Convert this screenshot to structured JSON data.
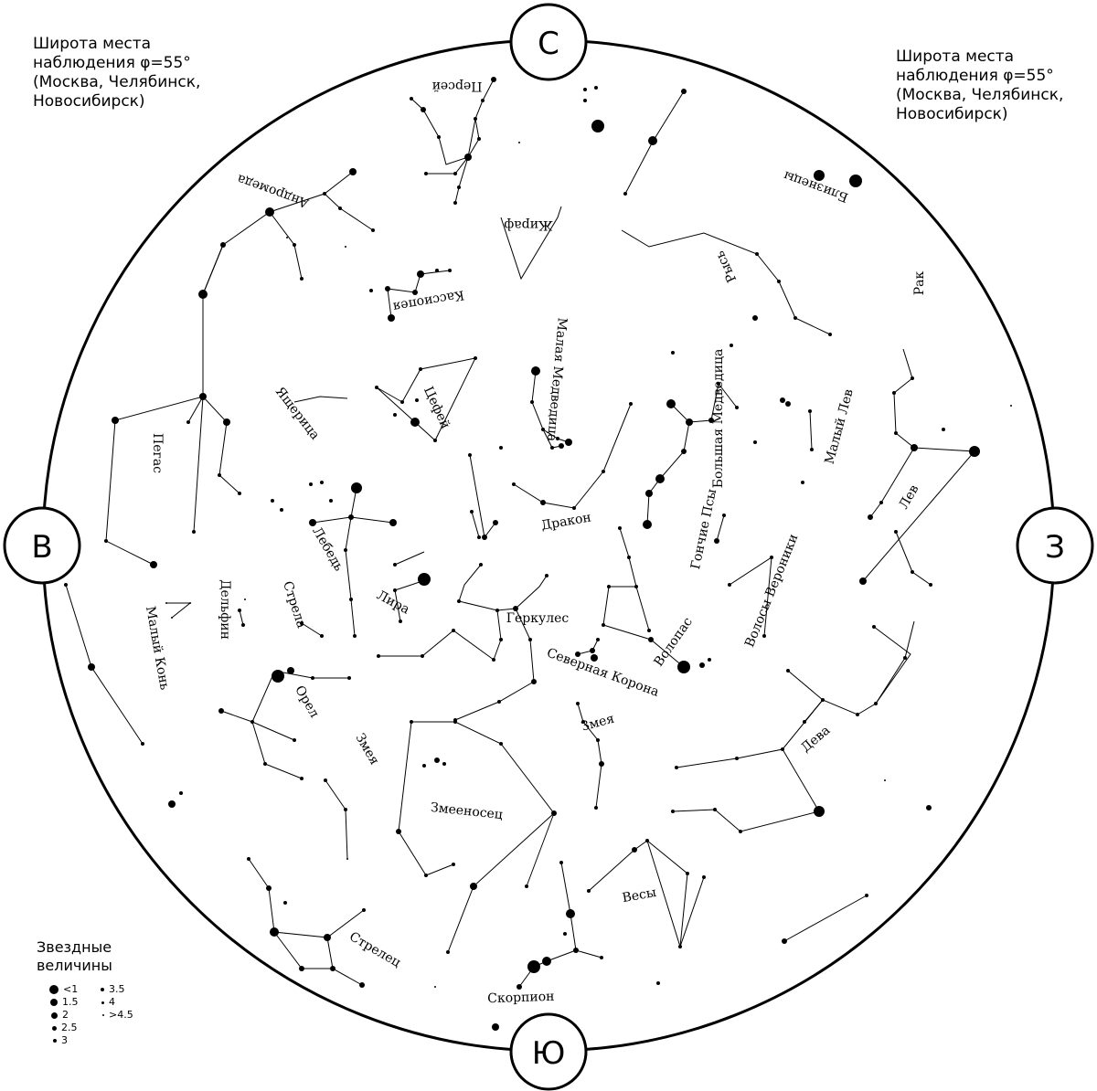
{
  "notes": {
    "left": [
      "Широта места",
      "наблюдения φ=55°",
      "(Москва, Челябинск,",
      "Новосибирск)"
    ],
    "right": [
      "Широта места",
      "наблюдения φ=55°",
      "(Москва, Челябинск,",
      "Новосибирск)"
    ]
  },
  "directions": {
    "north": "С",
    "south": "Ю",
    "east": "В",
    "west": "З"
  },
  "constellations": {
    "perseus": "Персей",
    "andromeda": "Андромеда",
    "giraffe": "Жираф",
    "gemini": "Близнецы",
    "lynx": "Рысь",
    "cancer": "Рак",
    "cassiopeia": "Кассиопея",
    "ursa_minor": "Малая Медведица",
    "lizard": "Ящерица",
    "cepheus": "Цефей",
    "pegasus": "Пегас",
    "ursa_major": "Большая Медведица",
    "leo_minor": "Малый Лев",
    "leo": "Лев",
    "canes_venatici": "Гончие Псы",
    "draco": "Дракон",
    "cygnus": "Лебедь",
    "delphinus": "Дельфин",
    "sagitta": "Стрела",
    "lyra": "Лира",
    "hercules": "Геркулес",
    "coma_berenices": "Волосы Вероники",
    "bootes": "Волопас",
    "corona_borealis": "Северная Корона",
    "equuleus": "Малый Конь",
    "aquila": "Орел",
    "serpens_cauda": "Змея",
    "serpens_caput": "Змея",
    "virgo": "Дева",
    "ophiuchus": "Змееносец",
    "libra": "Весы",
    "sagittarius": "Стрелец",
    "scorpius": "Скорпион"
  },
  "legend": {
    "title": [
      "Звездные",
      "величины"
    ],
    "magnitudes": [
      "<1",
      "1.5",
      "2",
      "2.5",
      "3",
      "3.5",
      "4",
      ">4.5"
    ]
  }
}
